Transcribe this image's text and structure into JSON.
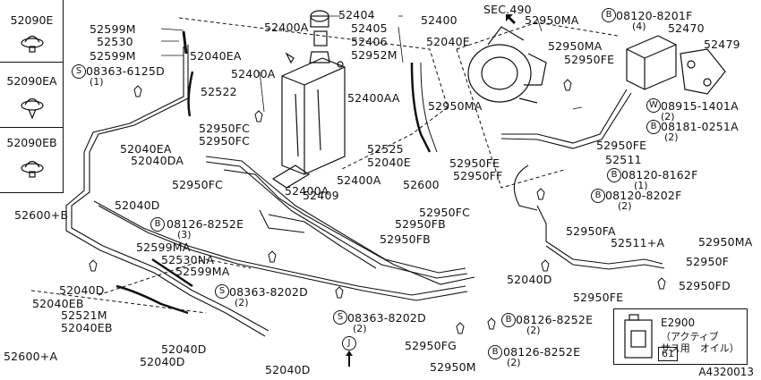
{
  "side_parts": [
    "52090E",
    "52090EA",
    "52090EB"
  ],
  "legend": {
    "part": "E2900",
    "line1": "（アクティブ",
    "line2": "サス用　オイル）",
    "code": "61"
  },
  "ref_code": "A4320013",
  "sec": "SEC.490",
  "connector_mark": "J",
  "bolt_marks": {
    "b": "B",
    "s": "S",
    "w": "W"
  },
  "labels": {
    "p52599M_a": "52599M",
    "p52530": "52530",
    "p52599M_b": "52599M",
    "s08363_6125D": "08363-6125D",
    "q1_a": "(1)",
    "p52040EA_top": "52040EA",
    "p52522": "52522",
    "p52400A_a": "52400A",
    "p52404": "52404",
    "p52400": "52400",
    "p52405": "52405",
    "p52400A_b": "52400A",
    "p52406": "52406",
    "p52952M": "52952M",
    "p52040E_top": "52040E",
    "p52400AA": "52400AA",
    "p52040EA_mid": "52040EA",
    "p52040DA": "52040DA",
    "p52950FC_a": "52950FC",
    "p52950FC_b": "52950FC",
    "p52950FC_c": "52950FC",
    "p52040D_a": "52040D",
    "p52600B": "52600+B",
    "b08126_8252E_a": "08126-8252E",
    "q3": "(3)",
    "p52400A_c": "52400A",
    "p52409": "52409",
    "p52400A_d": "52400A",
    "p52525": "52525",
    "p52040E_mid": "52040E",
    "p52600": "52600",
    "p52950FC_d": "52950FC",
    "p52950FB_a": "52950FB",
    "p52950FB_b": "52950FB",
    "p52599MA_a": "52599MA",
    "p52530NA": "52530NA",
    "p52599MA_b": "52599MA",
    "p52040D_b": "52040D",
    "p52040EB_a": "52040EB",
    "p52521M": "52521M",
    "p52040EB_b": "52040EB",
    "p52600A": "52600+A",
    "p52040D_c": "52040D",
    "p52040D_d": "52040D",
    "p52040D_e": "52040D",
    "s08363_8202D_a": "08363-8202D",
    "q2_a": "(2)",
    "s08363_8202D_b": "08363-8202D",
    "q2_b": "(2)",
    "p52950FG": "52950FG",
    "p52950M": "52950M",
    "b08126_8252E_b": "08126-8252E",
    "q2_c": "(2)",
    "b08126_8252E_c": "08126-8252E",
    "q2_d": "(2)",
    "p52950MA_a": "52950MA",
    "b08120_8201F": "08120-8201F",
    "q4": "(4)",
    "p52470": "52470",
    "p52950MA_b": "52950MA",
    "p52479": "52479",
    "p52950FE_a": "52950FE",
    "w08915_1401A": "08915-1401A",
    "q2_e": "(2)",
    "b08181_0251A": "08181-0251A",
    "q2_f": "(2)",
    "p52950MA_c": "52950MA",
    "p52950FE_b": "52950FE",
    "p52511": "52511",
    "p52950FE_c": "52950FE",
    "p52950FF": "52950FF",
    "b08120_8162F": "08120-8162F",
    "q1_b": "(1)",
    "b08120_8202F": "08120-8202F",
    "q2_g": "(2)",
    "p52950FA": "52950FA",
    "p52511A": "52511+A",
    "p52950MA_d": "52950MA",
    "p52950F": "52950F",
    "p52040D_f": "52040D",
    "p52950FE_d": "52950FE",
    "p52950FD": "52950FD"
  }
}
